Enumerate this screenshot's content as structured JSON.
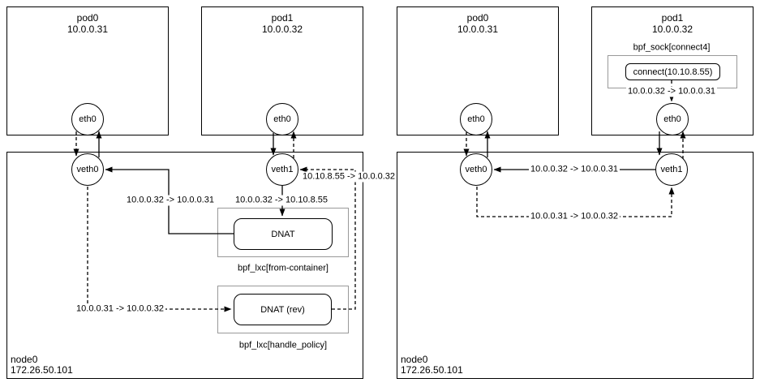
{
  "colors": {
    "line": "#000000",
    "container_border": "#999999",
    "background": "#ffffff"
  },
  "left": {
    "pod0": {
      "title": "pod0",
      "ip": "10.0.0.31",
      "eth": "eth0"
    },
    "pod1": {
      "title": "pod1",
      "ip": "10.0.0.32",
      "eth": "eth0"
    },
    "node": {
      "title": "node0",
      "ip": "172.26.50.101",
      "veth0": "veth0",
      "veth1": "veth1"
    },
    "programs": {
      "dnat": "DNAT",
      "from_container": "bpf_lxc[from-container]",
      "dnat_rev": "DNAT (rev)",
      "handle_policy": "bpf_lxc[handle_policy]"
    },
    "flows": {
      "request_translated": "10.0.0.32 -> 10.0.0.31",
      "request_vip": "10.0.0.32 -> 10.10.8.55",
      "reply": "10.0.0.31 -> 10.0.0.32",
      "reply_vip": "10.10.8.55 -> 10.0.0.32"
    }
  },
  "right": {
    "pod0": {
      "title": "pod0",
      "ip": "10.0.0.31",
      "eth": "eth0"
    },
    "pod1": {
      "title": "pod1",
      "ip": "10.0.0.32",
      "eth": "eth0"
    },
    "node": {
      "title": "node0",
      "ip": "172.26.50.101",
      "veth0": "veth0",
      "veth1": "veth1"
    },
    "programs": {
      "sock": "bpf_sock[connect4]",
      "connect_call": "connect(10.10.8.55)"
    },
    "flows": {
      "translated": "10.0.0.32 -> 10.0.0.31",
      "request": "10.0.0.32 -> 10.0.0.31",
      "reply": "10.0.0.31 -> 10.0.0.32"
    }
  }
}
